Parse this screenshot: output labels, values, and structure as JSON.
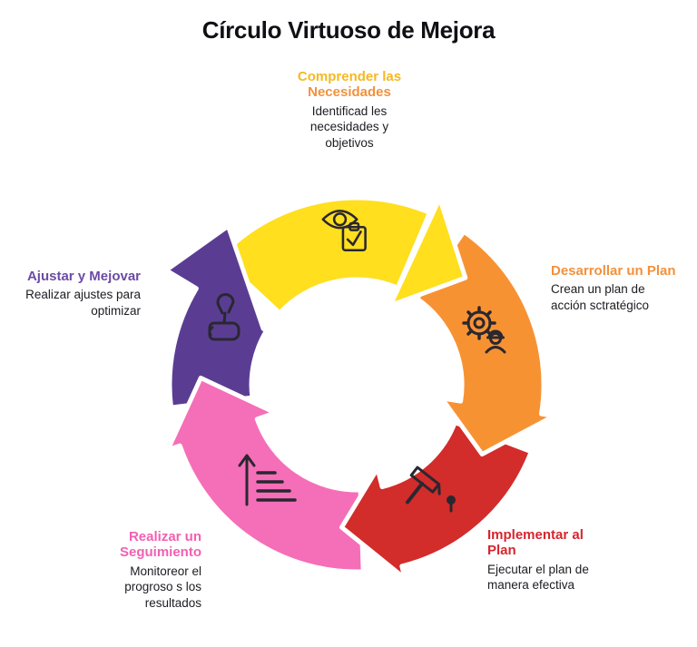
{
  "title": "Círculo Virtuoso de Mejora",
  "diagram": {
    "type": "cycle",
    "direction": "clockwise",
    "segment_count": 5
  },
  "steps": [
    {
      "id": "comprender",
      "heading_line1": "Comprender las",
      "heading_line2": "Necesidades",
      "heading_color1": "#F5B921",
      "heading_color2": "#F2913D",
      "body": "Identificad les\nnecesidades y\nobjetivos",
      "color": "#FFDF1E",
      "icon": "eye-checklist-icon"
    },
    {
      "id": "desarrollar",
      "heading": "Desarrollar un Plan",
      "heading_color": "#F2913D",
      "body": "Crean un plan de\nacción sctratégico",
      "color": "#F79233",
      "icon": "gear-worker-icon"
    },
    {
      "id": "implementar",
      "heading": "Implementar al\nPlan",
      "heading_color": "#D6252E",
      "body": "Ejecutar el plan de\nmanera efectiva",
      "color": "#D22C2B",
      "icon": "hammer-nail-icon"
    },
    {
      "id": "seguimiento",
      "heading": "Realizar un\nSeguimiento",
      "heading_color": "#F35FB2",
      "body": "Monitoreor el\nprogroso s los\nresultados",
      "color": "#F56EB8",
      "icon": "progress-arrow-icon"
    },
    {
      "id": "ajustar",
      "heading": "Ajustar y Mejovar",
      "heading_color": "#6C4BA4",
      "body": "Realizar ajustes para\noptimizar",
      "color": "#5A3D93",
      "icon": "wrench-hand-icon"
    }
  ]
}
